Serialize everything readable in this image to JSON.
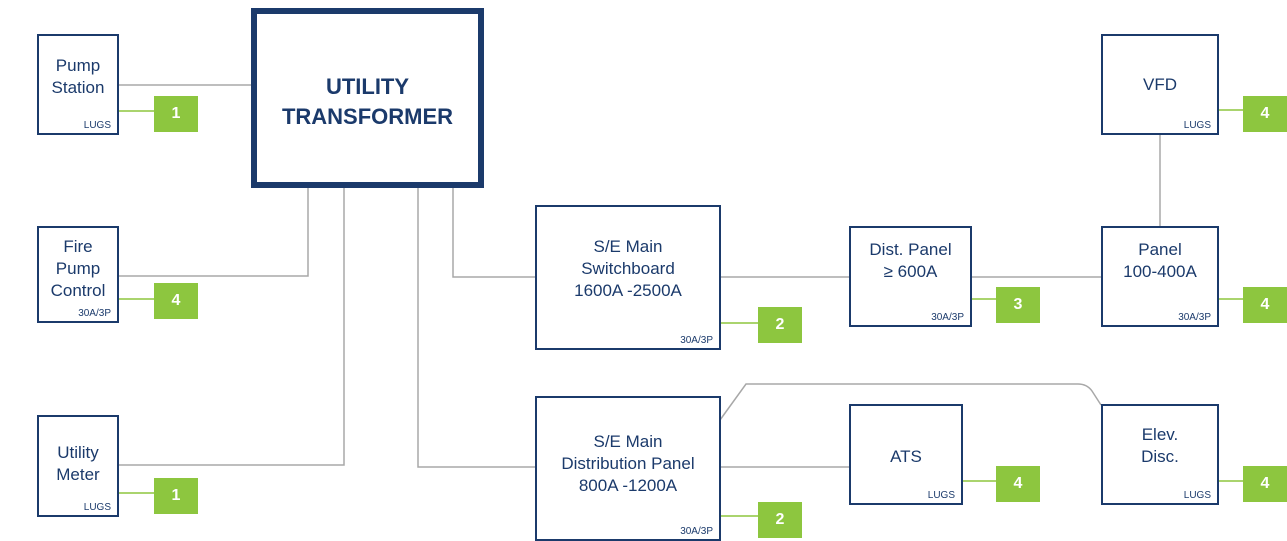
{
  "diagram": {
    "utility": {
      "label": "UTILITY\nTRANSFORMER"
    },
    "nodes": [
      {
        "id": "pump-station",
        "label": "Pump\nStation",
        "rating": "LUGS",
        "badge": "1",
        "device": "lug"
      },
      {
        "id": "fire-pump-control",
        "label": "Fire Pump\nControl",
        "rating": "30A/3P",
        "badge": "4",
        "device": "breaker"
      },
      {
        "id": "utility-meter",
        "label": "Utility\nMeter",
        "rating": "LUGS",
        "badge": "1",
        "device": "lug"
      },
      {
        "id": "se-main-switchboard",
        "label": "S/E Main\nSwitchboard\n1600A -2500A",
        "rating": "30A/3P",
        "badge": "2",
        "device": "breaker"
      },
      {
        "id": "se-main-distribution-panel",
        "label": "S/E Main\nDistribution Panel\n800A -1200A",
        "rating": "30A/3P",
        "badge": "2",
        "device": "breaker"
      },
      {
        "id": "dist-panel",
        "label": "Dist. Panel\n≥ 600A",
        "rating": "30A/3P",
        "badge": "3",
        "device": "breaker"
      },
      {
        "id": "panel-100-400a",
        "label": "Panel\n100-400A",
        "rating": "30A/3P",
        "badge": "4",
        "device": "breaker"
      },
      {
        "id": "vfd",
        "label": "VFD",
        "rating": "LUGS",
        "badge": "4",
        "device": "lug"
      },
      {
        "id": "ats",
        "label": "ATS",
        "rating": "LUGS",
        "badge": "4",
        "device": "lug"
      },
      {
        "id": "elev-disc",
        "label": "Elev.\nDisc.",
        "rating": "LUGS",
        "badge": "4",
        "device": "lug"
      }
    ],
    "colors": {
      "navy": "#1b3a6b",
      "green": "#8dc63f",
      "wire": "#a8a8a8"
    }
  }
}
